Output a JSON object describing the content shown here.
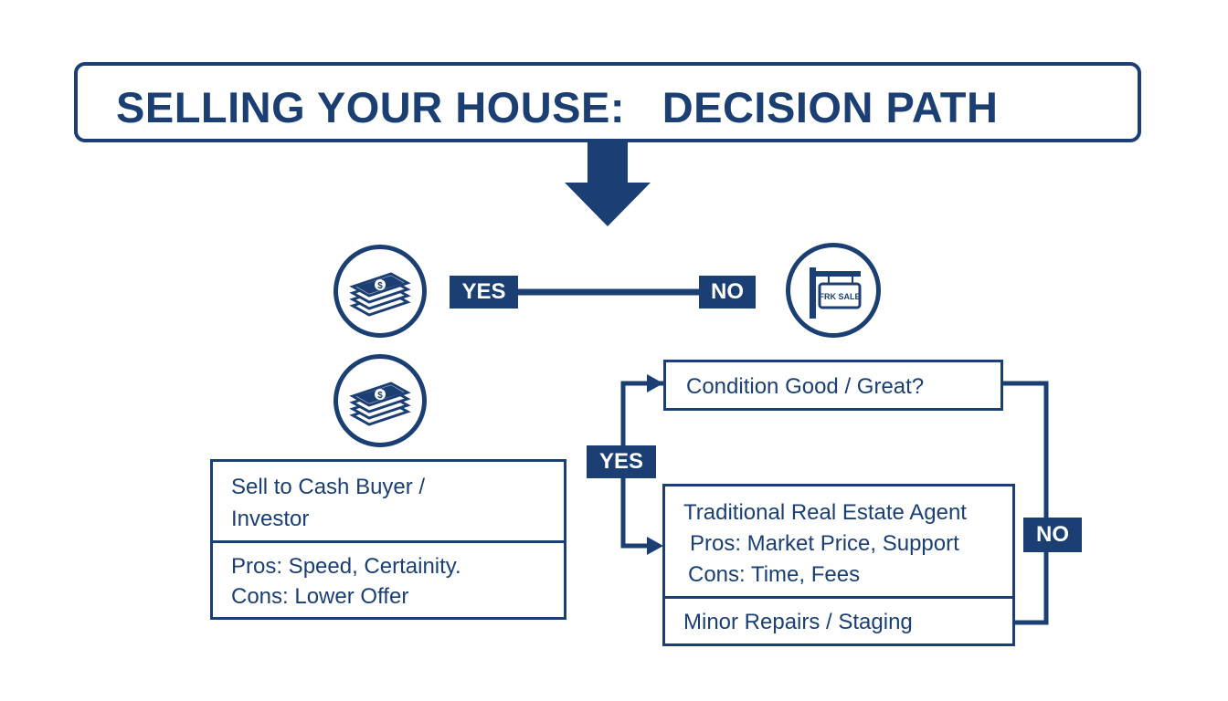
{
  "title": "SELLING YOUR HOUSE:   DECISION PATH",
  "top_branch": {
    "yes_label": "YES",
    "no_label": "NO"
  },
  "icons": {
    "cash_top": "cash-stack-icon",
    "cash_lower": "cash-stack-icon",
    "sale_sign": "for-sale-sign-icon",
    "sale_sign_text": "FRK SALE"
  },
  "cash_option": {
    "title_line1": "Sell to Cash Buyer /",
    "title_line2": "Investor",
    "pros": "Pros: Speed, Certainity.",
    "cons": "Cons: Lower Offer"
  },
  "condition_question": "Condition Good / Great?",
  "condition_yes_label": "YES",
  "condition_no_label": "NO",
  "agent_option": {
    "title": "Traditional Real Estate Agent",
    "pros": "Pros: Market Price, Support",
    "cons": "Cons: Time, Fees"
  },
  "repairs_option": "Minor Repairs / Staging",
  "colors": {
    "primary": "#1b3f73",
    "background": "#ffffff"
  }
}
